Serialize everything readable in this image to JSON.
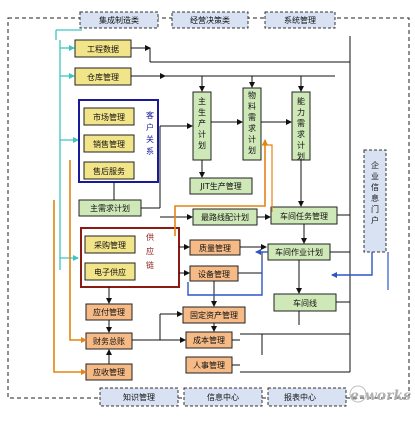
{
  "top_bar": [
    "集成制造类",
    "经营决策类",
    "系统管理"
  ],
  "bottom_bar": [
    "知识管理",
    "信息中心",
    "报表中心"
  ],
  "portal": "企业信息门户",
  "crm": {
    "label": "客户关系",
    "items": [
      "市场管理",
      "销售管理",
      "售后服务"
    ]
  },
  "scm": {
    "label": "供应链",
    "items": [
      "采购管理",
      "电子供应"
    ]
  },
  "planning_columns": [
    "主生产计划",
    "物料需求计划",
    "能力需求计划"
  ],
  "boxes": {
    "engineering": "工程数据",
    "warehouse": "仓库管理",
    "master_demand": "主需求计划",
    "jit": "JIT生产管理",
    "shortest_path": "最路线配计划",
    "workshop_task": "车间任务管理",
    "quality": "质量管理",
    "workshop_plan": "车间作业计划",
    "equipment": "设备管理",
    "workshop_line": "车间线",
    "payables": "应付管理",
    "fixed_assets": "固定资产管理",
    "finance": "财务总账",
    "cost": "成本管理",
    "hr": "人事管理",
    "receivables": "应收管理"
  },
  "watermark": "e-works",
  "colors": {
    "yellow": "#f2e488",
    "green": "#cfe8b8",
    "orange": "#f6ba86",
    "blue_light": "#d8e2f3",
    "teal": "#3cc6c0",
    "dark_blue": "#1a1a99",
    "maroon": "#8a1a12",
    "orange_line": "#e48414",
    "blue_line": "#2d55c8"
  }
}
